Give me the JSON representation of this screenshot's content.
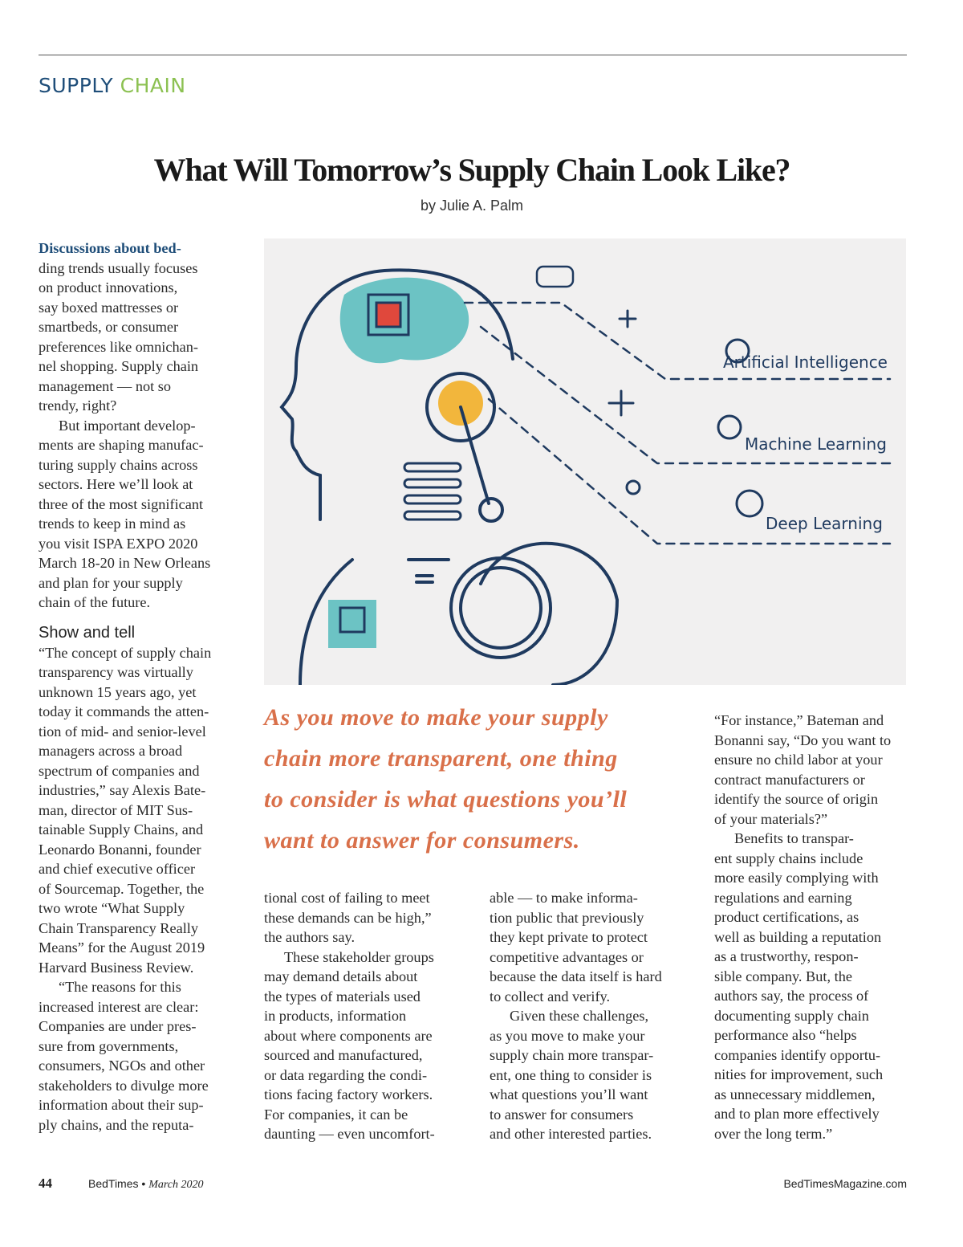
{
  "section": {
    "part1": "SUPPLY",
    "part2": "CHAIN"
  },
  "title": "What Will Tomorrow’s Supply Chain Look Like?",
  "byline": "by Julie A. Palm",
  "illustration": {
    "labels": [
      "Artificial Intelligence",
      "Machine Learning",
      "Deep Learning"
    ],
    "colors": {
      "teal": "#6cc3c4",
      "navy": "#1f3a5f",
      "yellow": "#f2b63c",
      "red": "#e0483c",
      "bg": "#f1f0f0"
    }
  },
  "pull_quote": [
    "As you move to make your supply",
    "chain more transparent, one thing",
    "to consider is what questions you’ll",
    "want to answer for consumers."
  ],
  "columns": [
    {
      "blocks": [
        {
          "lead": "Discussions about bed-",
          "lines": [
            "ding trends usually focuses",
            "on product innovations,",
            "say boxed mattresses or",
            "smartbeds, or consumer",
            "preferences like omnichan-",
            "nel shopping. Supply chain",
            "management — not so",
            "trendy, right?"
          ]
        },
        {
          "indent": true,
          "lines": [
            "But important develop-",
            "ments are shaping manufac-",
            "turing supply chains across",
            "sectors. Here we’ll look at",
            "three of the most significant",
            "trends to keep in mind as",
            "you visit ISPA EXPO 2020",
            "March 18-20 in New Orleans",
            "and plan for your supply",
            "chain of the future."
          ]
        },
        {
          "subhead": "Show and tell",
          "lines": [
            "“The concept of supply chain",
            "transparency was virtually",
            "unknown 15 years ago, yet",
            "today it commands the atten-",
            "tion of mid- and senior-level",
            "managers across a broad",
            "spectrum of companies and",
            "industries,” say Alexis Bate-",
            "man, director of MIT Sus-",
            "tainable Supply Chains, and",
            "Leonardo Bonanni, founder",
            "and chief executive officer",
            "of Sourcemap. Together, the",
            "two wrote “What Supply",
            "Chain Transparency Really",
            "Means” for the August 2019",
            "Harvard Business Review."
          ]
        },
        {
          "indent": true,
          "lines": [
            "“The reasons for this",
            "increased interest are clear:",
            "Companies are under pres-",
            "sure from governments,",
            "consumers, NGOs and other",
            "stakeholders to divulge more",
            "information about their sup-",
            "ply chains, and the reputa-"
          ]
        }
      ]
    },
    {
      "blocks": [
        {
          "lines": [
            "tional cost of failing to meet",
            "these demands can be high,”",
            "the authors say."
          ]
        },
        {
          "indent": true,
          "lines": [
            "These stakeholder groups",
            "may demand details about",
            "the types of materials used",
            "in products, information",
            "about where components are",
            "sourced and manufactured,",
            "or data regarding the condi-",
            "tions facing factory workers.",
            "For companies, it can be",
            "daunting — even uncomfort-"
          ]
        }
      ]
    },
    {
      "blocks": [
        {
          "lines": [
            "able — to make informa-",
            "tion public that previously",
            "they kept private to protect",
            "competitive advantages or",
            "because the data itself is hard",
            "to collect and verify."
          ]
        },
        {
          "indent": true,
          "lines": [
            "Given these challenges,",
            "as you move to make your",
            "supply chain more transpar-",
            "ent, one thing to consider is",
            "what questions you’ll want",
            "to answer for consumers",
            "and other interested parties."
          ]
        }
      ]
    },
    {
      "blocks": [
        {
          "lines": [
            "“For instance,” Bateman and",
            "Bonanni say, “Do you want to",
            "ensure no child labor at your",
            "contract manufacturers or",
            "identify the source of origin",
            "of your materials?”"
          ]
        },
        {
          "indent": true,
          "lines": [
            "Benefits to transpar-",
            "ent supply chains include",
            "more easily complying with",
            "regulations and earning",
            "product certifications, as",
            "well as building a reputation",
            "as a trustworthy, respon-",
            "sible company. But, the",
            "authors say, the process of",
            "documenting supply chain",
            "performance also “helps",
            "companies identify opportu-",
            "nities for improvement, such",
            "as unnecessary middlemen,",
            "and to plan more effectively",
            "over the long term.”"
          ]
        }
      ]
    }
  ],
  "footer": {
    "page": "44",
    "magazine": "BedTimes",
    "separator": "•",
    "issue": "March 2020",
    "website": "BedTimesMagazine.com"
  }
}
